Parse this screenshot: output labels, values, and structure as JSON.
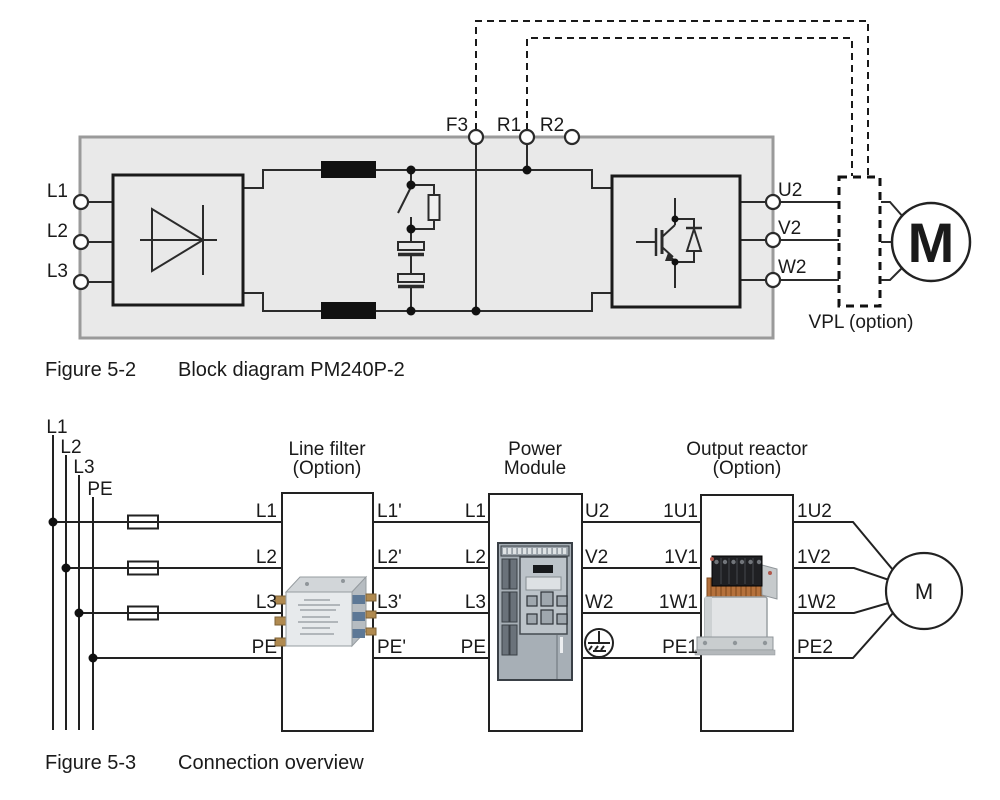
{
  "figure52": {
    "caption_label": "Figure 5-2",
    "caption_title": "Block diagram PM240P-2",
    "terminals_top": [
      "F3",
      "R1",
      "R2"
    ],
    "terminals_left": [
      "L1",
      "L2",
      "L3"
    ],
    "terminals_right": [
      "U2",
      "V2",
      "W2"
    ],
    "vpl_label": "VPL (option)",
    "motor_label": "M"
  },
  "figure53": {
    "caption_label": "Figure 5-3",
    "caption_title": "Connection overview",
    "supply": [
      "L1",
      "L2",
      "L3",
      "PE"
    ],
    "linefilter": {
      "title1": "Line filter",
      "title2": "(Option)",
      "left": [
        "L1",
        "L2",
        "L3",
        "PE"
      ],
      "right": [
        "L1'",
        "L2'",
        "L3'",
        "PE'"
      ]
    },
    "powermodule": {
      "title1": "Power",
      "title2": "Module",
      "left": [
        "L1",
        "L2",
        "L3",
        "PE"
      ],
      "right": [
        "U2",
        "V2",
        "W2"
      ]
    },
    "reactor": {
      "title1": "Output reactor",
      "title2": "(Option)",
      "left": [
        "1U1",
        "1V1",
        "1W1",
        "PE1"
      ],
      "right": [
        "1U2",
        "1V2",
        "1W2",
        "PE2"
      ]
    },
    "motor_label": "M"
  },
  "colors": {
    "module_fill": "#e9e9e9",
    "module_border": "#9a9a9a",
    "line": "#2b2b2b",
    "copper": "#b5713c",
    "silver": "#e7eaec",
    "drive_body": "#a7afb6"
  }
}
